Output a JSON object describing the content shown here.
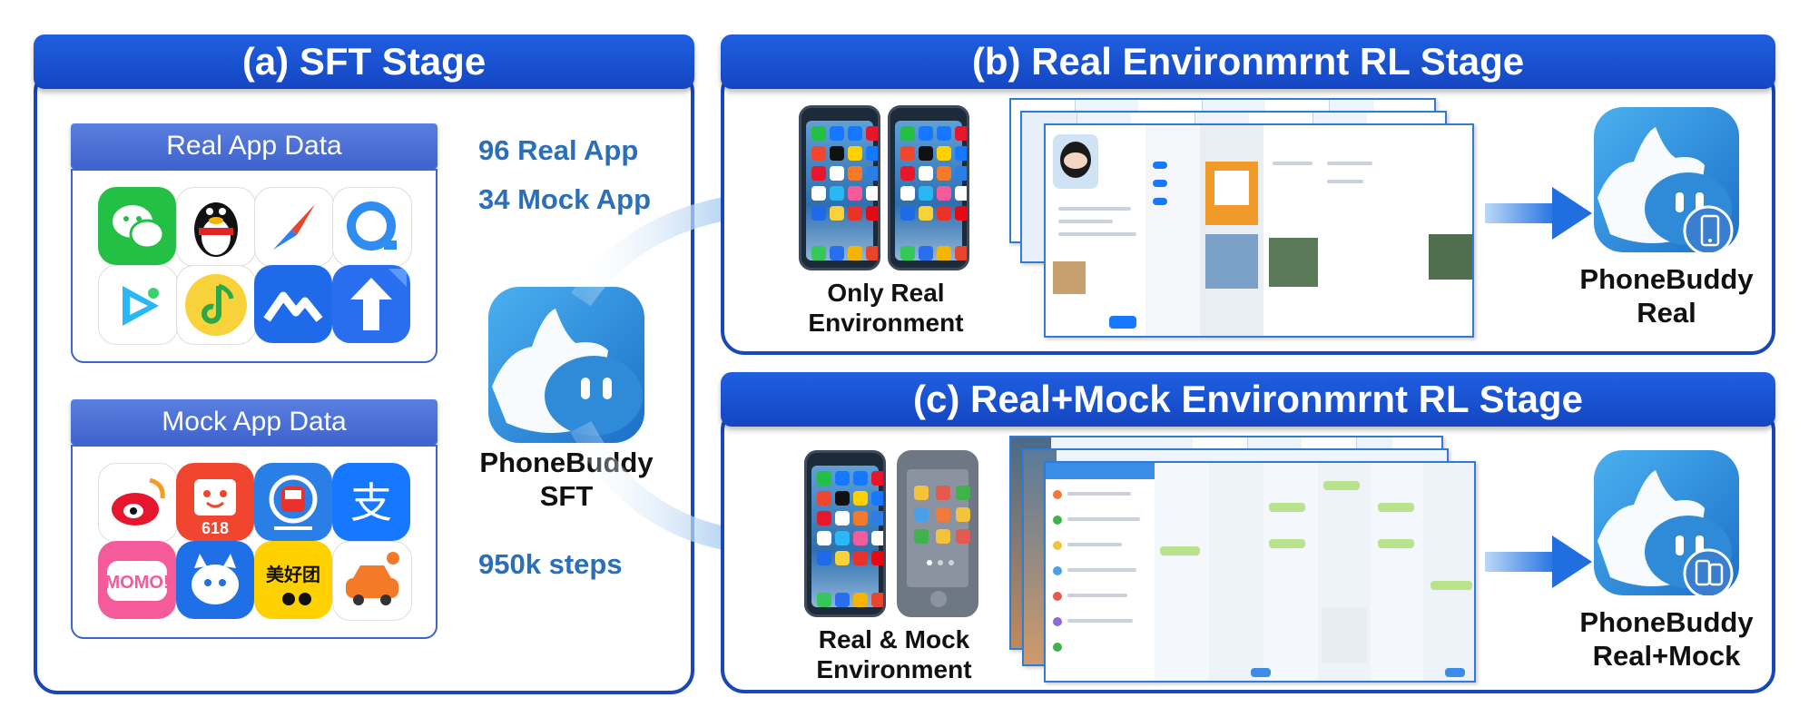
{
  "colors": {
    "header": "#1a47b8",
    "stat_text": "#2a6fb8",
    "arrow": "#2f7fe0"
  },
  "sft": {
    "title": "(a) SFT Stage",
    "real_app_title": "Real App Data",
    "mock_app_title": "Mock App Data",
    "stat_real": "96 Real App",
    "stat_mock": "34 Mock App",
    "stat_steps": "950k steps",
    "model_label_line1": "PhoneBuddy",
    "model_label_line2": "SFT",
    "real_app_icons": [
      "wechat-icon",
      "qq-penguin-icon",
      "compass-icon",
      "search-icon",
      "video-icon",
      "music-icon",
      "mountain-icon",
      "arrow-up-icon"
    ],
    "mock_app_icons": [
      "weibo-icon",
      "shopping-618-icon",
      "train-icon",
      "alipay-icon",
      "momo-icon",
      "robot-icon",
      "meituan-icon",
      "car-icon"
    ],
    "mock_618_text": "618",
    "mock_momo_text": "MOMO!",
    "mock_meituan_text": "美好团"
  },
  "real_rl": {
    "title": "(b) Real Environmrnt RL Stage",
    "env_label_line1": "Only Real",
    "env_label_line2": "Environment",
    "model_label_line1": "PhoneBuddy",
    "model_label_line2": "Real",
    "badge_icon": "phone-icon"
  },
  "mock_rl": {
    "title": "(c) Real+Mock Environmrnt RL Stage",
    "env_label_line1": "Real & Mock",
    "env_label_line2": "Environment",
    "model_label_line1": "PhoneBuddy",
    "model_label_line2": "Real+Mock",
    "badge_icon": "phones-icon"
  }
}
